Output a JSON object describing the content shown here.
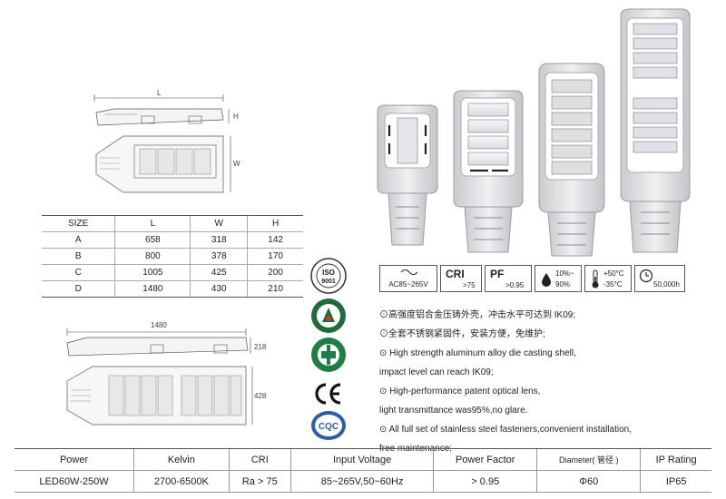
{
  "drawing_top": {
    "label_length": "L",
    "label_height": "H",
    "label_width": "W"
  },
  "drawing_bottom": {
    "label_length": "1480",
    "label_height": "218",
    "label_width": "428"
  },
  "size_table": {
    "headers": [
      "SIZE",
      "L",
      "W",
      "H"
    ],
    "rows": [
      [
        "A",
        "658",
        "318",
        "142"
      ],
      [
        "B",
        "800",
        "378",
        "170"
      ],
      [
        "C",
        "1005",
        "425",
        "200"
      ],
      [
        "D",
        "1480",
        "430",
        "210"
      ]
    ]
  },
  "certifications": {
    "iso": "ISO 9001",
    "ce": "CE",
    "cqc": "CQC"
  },
  "spec_strip": {
    "voltage": "AC85~265V",
    "cri_label": "CRI",
    "cri_value": ">75",
    "pf_label": "PF",
    "pf_value": ">0.95",
    "humidity_top": "10%~",
    "humidity_bottom": "90%",
    "temp_top": "+50°C",
    "temp_bottom": "-35°C",
    "life": "50,000h"
  },
  "features": [
    "⊙高强度铝合金压铸外壳，冲击水平可达到 IK09;",
    "⊙全套不锈钢紧固件，安装方便，免维护;",
    "⊙ High strength aluminum alloy die casting shell,",
    "impact level can reach IK09;",
    "⊙ High-performance patent optical lens,",
    "light transmittance was95%,no glare.",
    "⊙ All full set of stainless steel fasteners,convenient installation,",
    "free maintenance;"
  ],
  "bottom_table": {
    "headers": [
      "Power",
      "Kelvin",
      "CRI",
      "Input Voltage",
      "Power Factor",
      "Diameter( 管径 )",
      "IP Rating"
    ],
    "row": [
      "LED60W-250W",
      "2700-6500K",
      "Ra > 75",
      "85~265V,50~60Hz",
      "> 0.95",
      "Φ60",
      "IP65"
    ]
  }
}
